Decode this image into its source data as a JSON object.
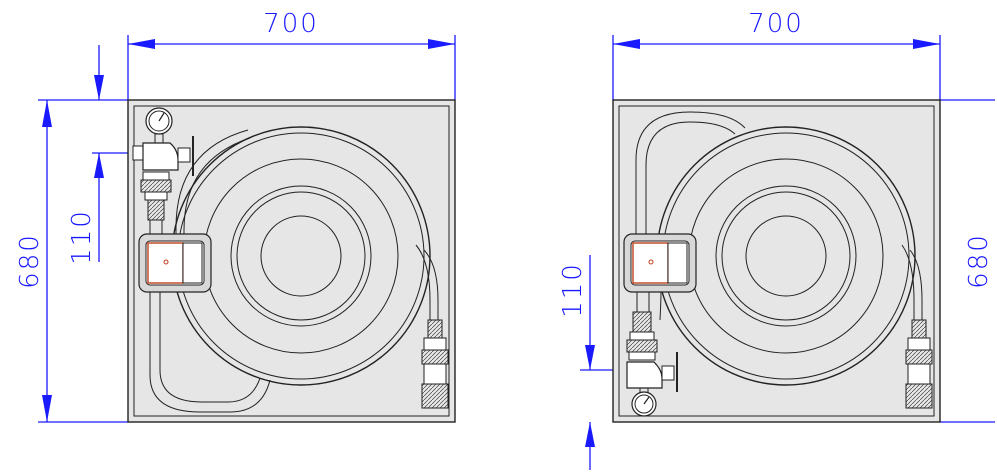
{
  "colors": {
    "dimension": "#1a1aff",
    "drawing": "#222222",
    "cabinet_fill": "#e6e6e6",
    "highlight": "#c0401a",
    "panel_fill": "#d8d8d8"
  },
  "left_cabinet": {
    "width_label": "700",
    "height_label": "680",
    "offset_label": "110"
  },
  "right_cabinet": {
    "width_label": "700",
    "height_label": "680",
    "offset_label": "110"
  },
  "icons": [
    "pressure-gauge-icon",
    "valve-icon",
    "hose-reel-icon",
    "nozzle-icon"
  ]
}
